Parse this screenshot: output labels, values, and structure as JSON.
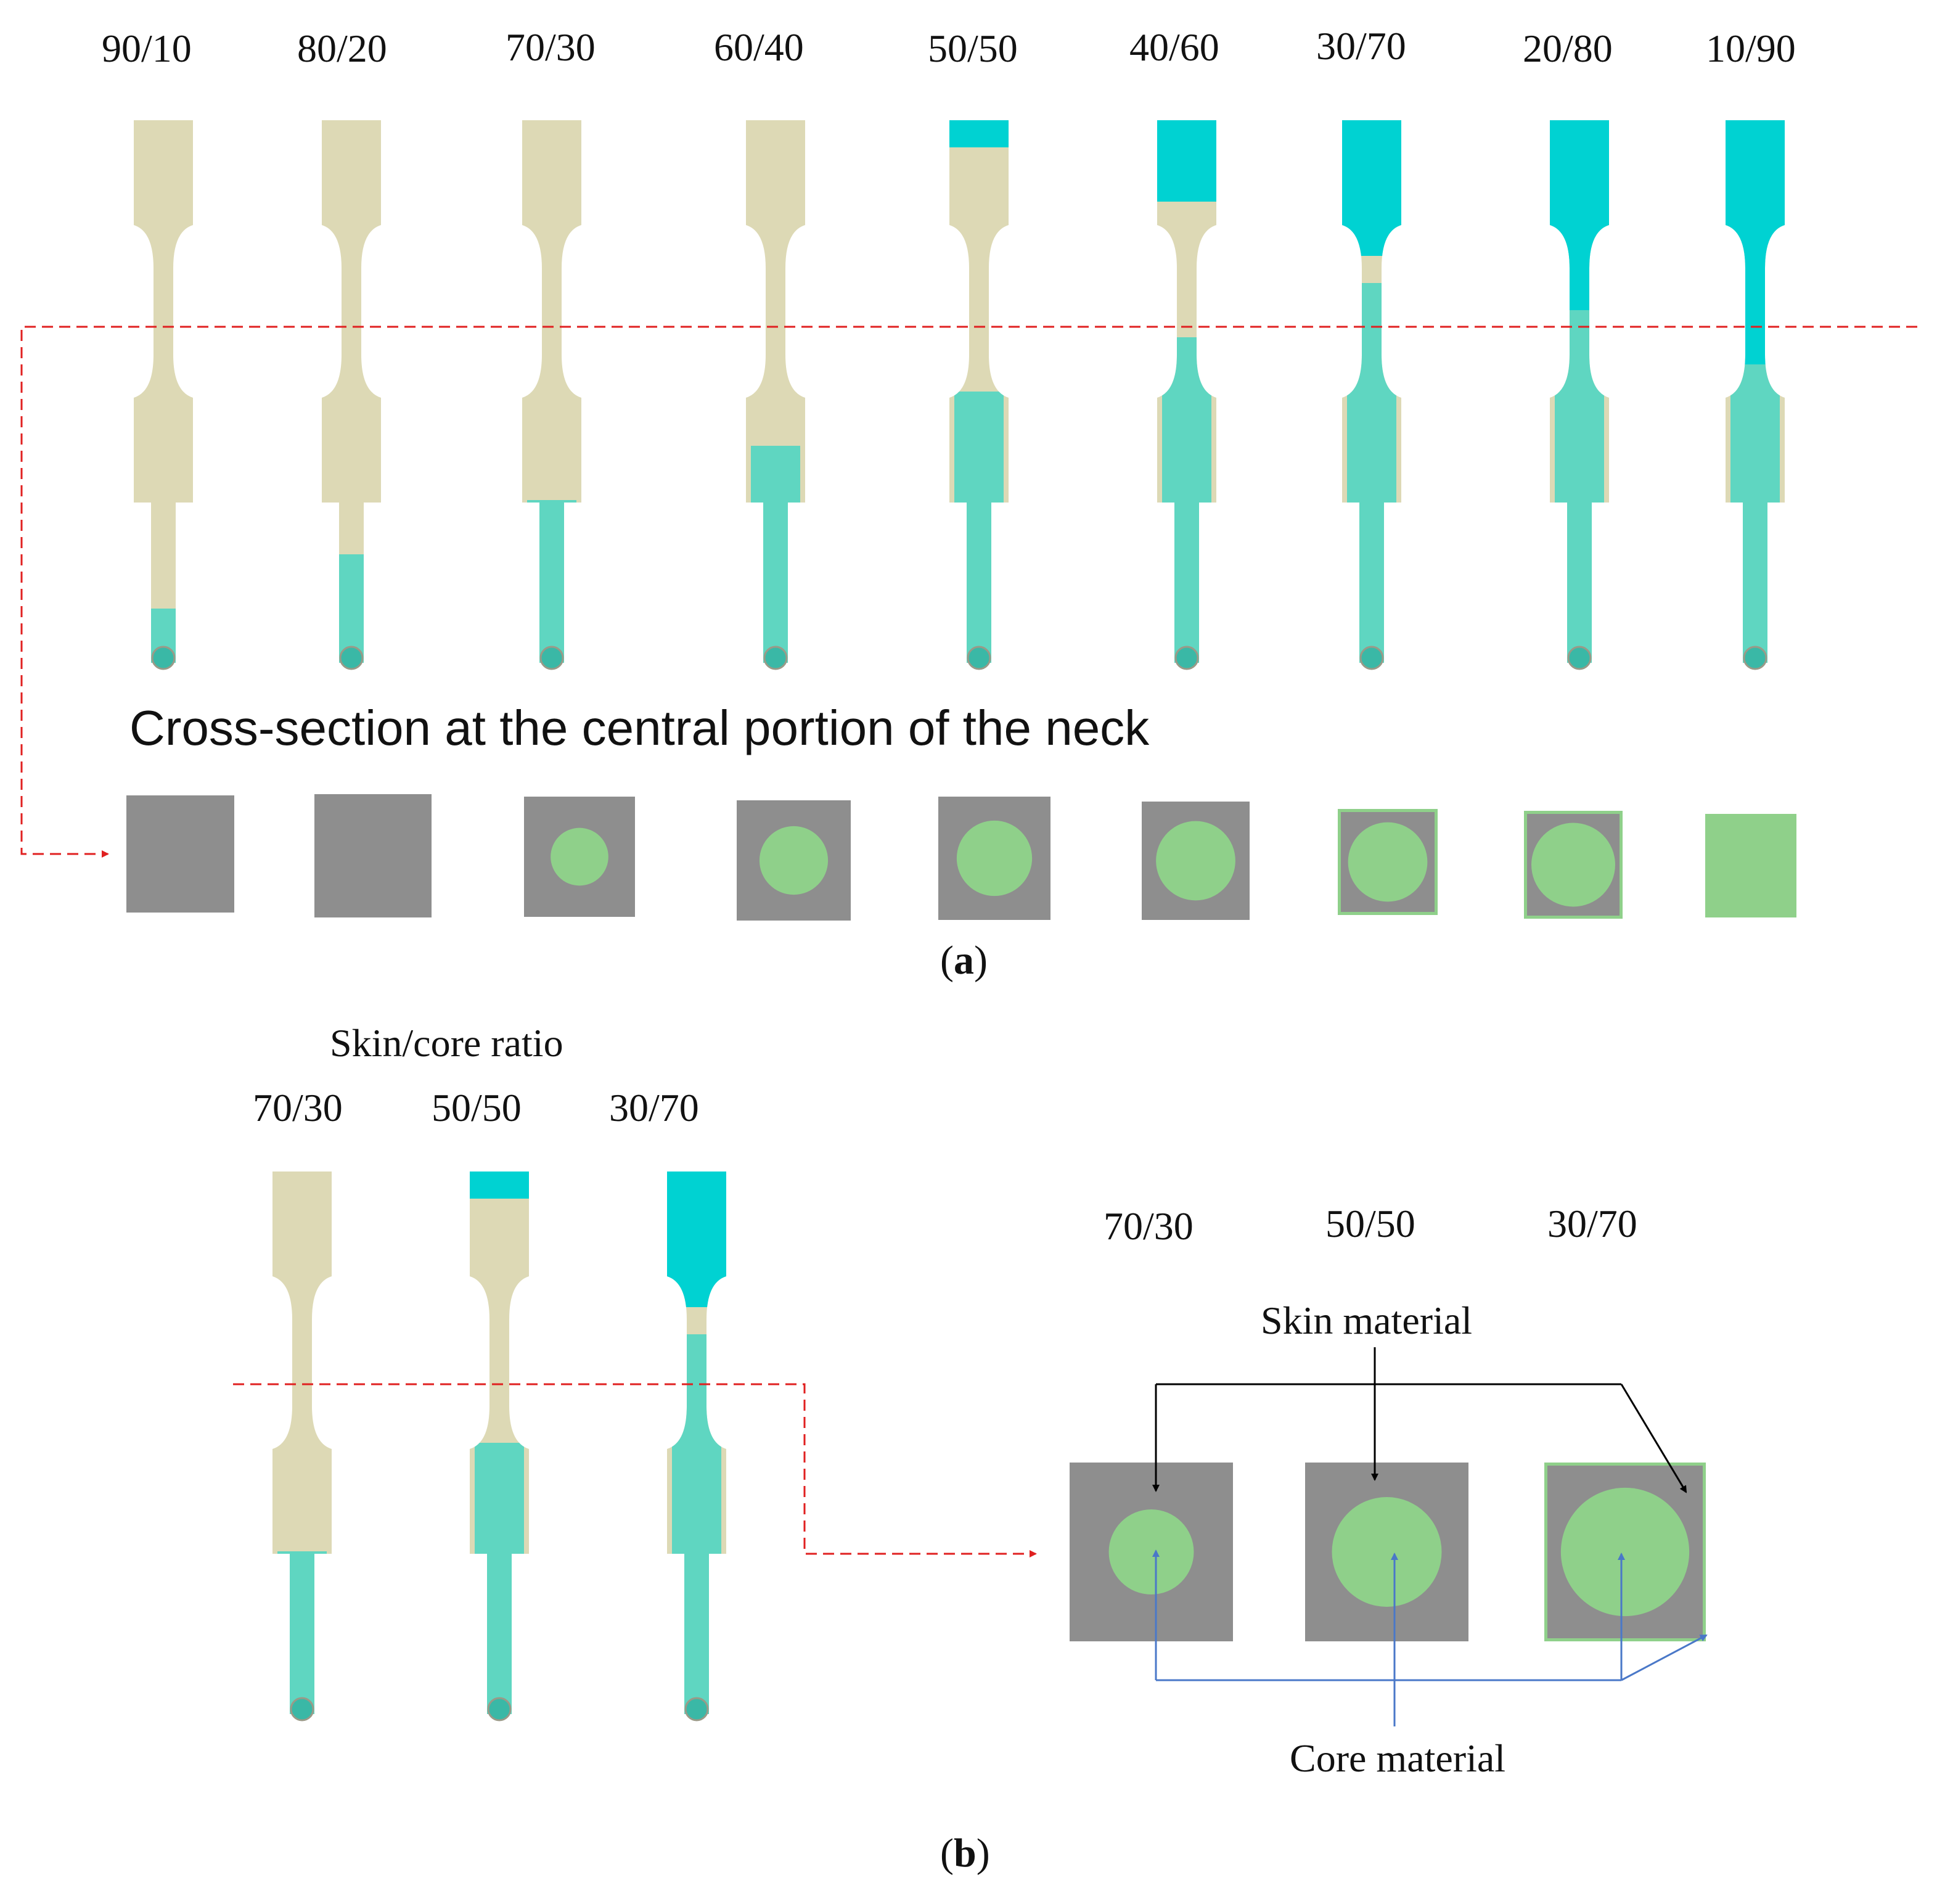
{
  "figure": {
    "panel_a": {
      "ratio_labels": [
        "90/10",
        "80/20",
        "70/30",
        "60/40",
        "50/50",
        "40/60",
        "30/70",
        "20/80",
        "10/90"
      ],
      "cross_section_title": "Cross-section at the central portion of the neck",
      "caption_letter": "a",
      "core_fill_fraction": [
        0.1,
        0.2,
        0.3,
        0.4,
        0.5,
        0.6,
        0.7,
        0.8,
        0.9
      ]
    },
    "panel_b": {
      "heading": "Skin/core ratio",
      "ratio_labels": [
        "70/30",
        "50/50",
        "30/70"
      ],
      "xs_ratio_labels": [
        "70/30",
        "50/50",
        "30/70"
      ],
      "skin_label": "Skin material",
      "core_label": "Core material",
      "caption_letter": "b"
    },
    "colors": {
      "skin_shell": "#ddd9b5",
      "core_flow": "#5fd6c1",
      "core_full": "#00d2d2",
      "section_gray": "#8e8e8e",
      "section_green": "#8fd08a",
      "cut_line": "#e02020",
      "skin_arrow": "#000000",
      "core_arrow": "#4a78c8"
    }
  }
}
